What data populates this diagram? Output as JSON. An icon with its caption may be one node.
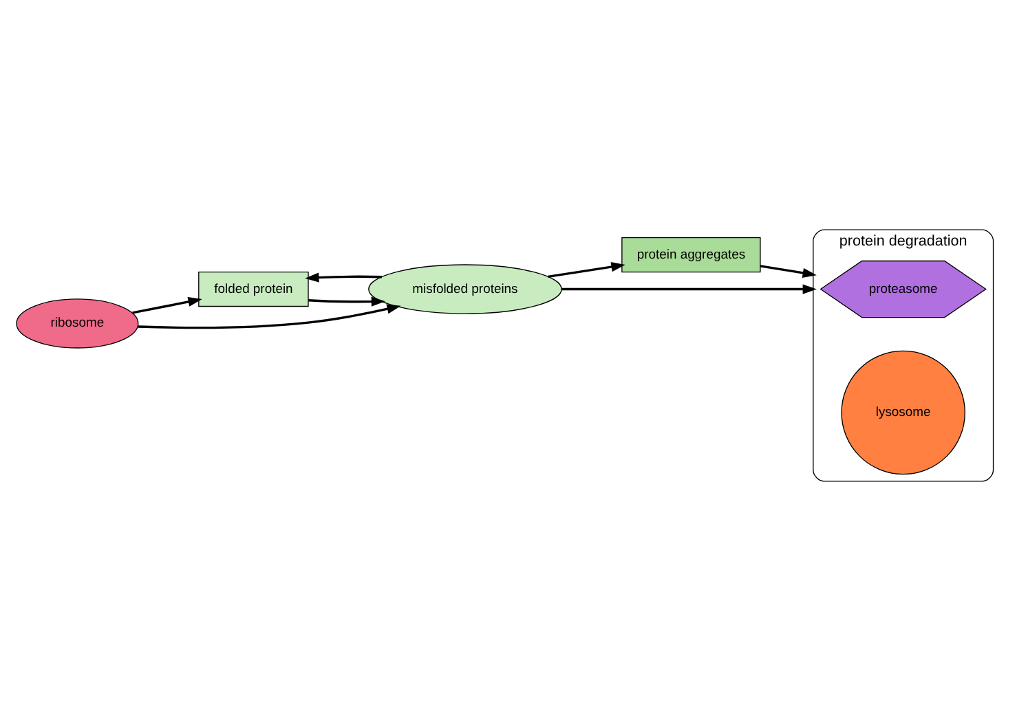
{
  "diagram": {
    "nodes": [
      {
        "text": [
          "ribosome"
        ]
      },
      {
        "text": [
          "folded protein"
        ]
      },
      {
        "text": [
          "misfolded proteins"
        ]
      },
      {
        "text": [
          "protein aggregates"
        ]
      },
      {
        "text": [
          "protein degradation"
        ]
      },
      {
        "text": [
          "proteasome"
        ],
        "in": 4
      },
      {
        "text": [
          "lysosome"
        ],
        "in": 4
      }
    ],
    "edges": [
      {
        "from": 0,
        "to": 1,
        "arrow": "to"
      },
      {
        "from": 0,
        "to": 2,
        "arrow": "to"
      },
      {
        "from": 1,
        "to": 2,
        "arrow": "to"
      },
      {
        "from": 2,
        "to": 1,
        "arrow": "to"
      },
      {
        "from": 2,
        "to": 4,
        "arrow": "to"
      },
      {
        "from": 2,
        "to": 3,
        "arrow": "to"
      },
      {
        "from": 3,
        "to": 4,
        "arrow": "to"
      }
    ]
  }
}
